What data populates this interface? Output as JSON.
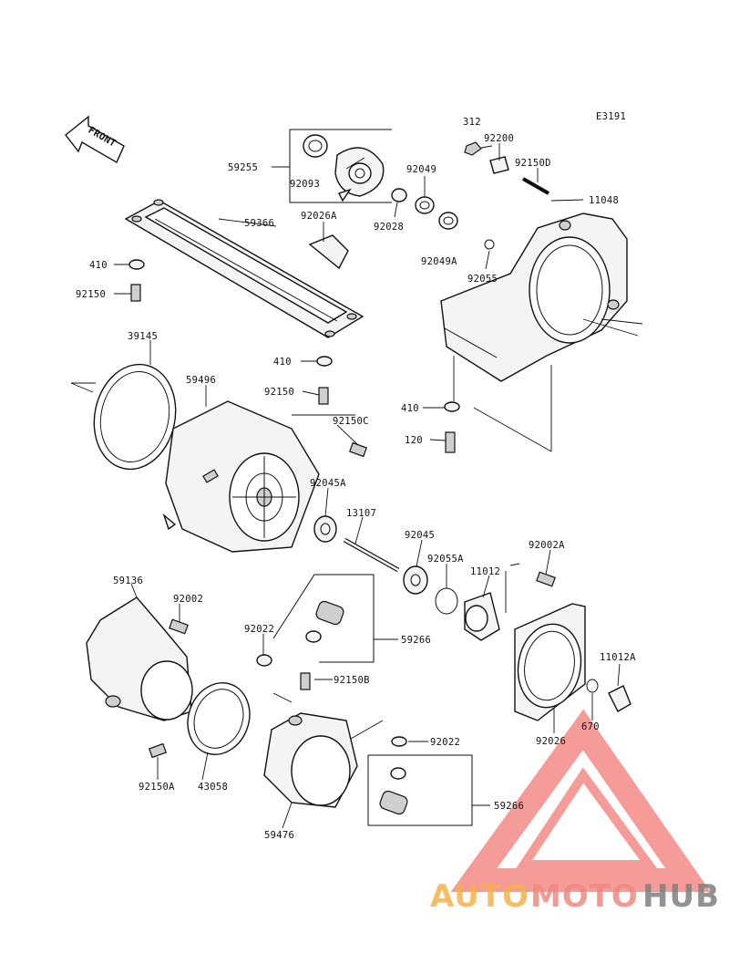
{
  "diagram": {
    "code": "E3191",
    "front_label": "FRONT",
    "parts": {
      "p312": "312",
      "p92200": "92200",
      "p92150D": "92150D",
      "p11048": "11048",
      "p59255": "59255",
      "p92093": "92093",
      "p92049": "92049",
      "p92028": "92028",
      "p59366": "59366",
      "p92026A": "92026A",
      "p92049A": "92049A",
      "p92055": "92055",
      "p410a": "410",
      "p92150a": "92150",
      "p39145": "39145",
      "p410b": "410",
      "p59496": "59496",
      "p92150b": "92150",
      "p92150C": "92150C",
      "p410c": "410",
      "p120": "120",
      "p92045A": "92045A",
      "p13107": "13107",
      "p92045": "92045",
      "p92055A": "92055A",
      "p11012": "11012",
      "p92002A": "92002A",
      "p59136": "59136",
      "p92002": "92002",
      "p92022a": "92022",
      "p59266a": "59266",
      "p92150B": "92150B",
      "p11012A": "11012A",
      "p92026": "92026",
      "p670": "670",
      "p92022b": "92022",
      "p59266b": "59266",
      "p92150A": "92150A",
      "p43058": "43058",
      "p59476": "59476"
    }
  },
  "watermark": {
    "word_part1": "AUTO",
    "word_part2": "MOTO",
    "word_part3": "HUB",
    "color_part1": "#f5b24a",
    "color_part2": "#f08a80",
    "color_part3": "#7f7f7f",
    "triangle_color": "#ee4d44"
  }
}
